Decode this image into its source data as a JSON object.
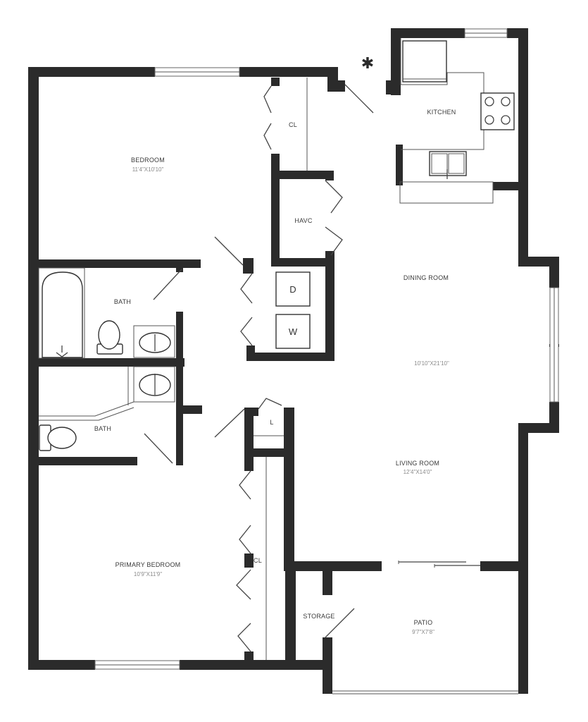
{
  "rooms": {
    "bedroom": {
      "name": "BEDROOM",
      "dims": "11'4\"X10'10\""
    },
    "closet_top": {
      "name": "CL"
    },
    "hvac": {
      "name": "HAVC"
    },
    "kitchen": {
      "name": "KITCHEN"
    },
    "dining": {
      "name": "DINING ROOM"
    },
    "dining_living_dims": {
      "dims": "10'10\"X21'10\""
    },
    "bath_top": {
      "name": "BATH"
    },
    "bath_bottom": {
      "name": "BATH"
    },
    "dryer": {
      "name": "D"
    },
    "washer": {
      "name": "W"
    },
    "linen": {
      "name": "L"
    },
    "living": {
      "name": "LIVING ROOM",
      "dims": "12'4\"X14'0\""
    },
    "primary": {
      "name": "PRIMARY BEDROOM",
      "dims": "10'9\"X11'9\""
    },
    "closet_primary": {
      "name": "CL"
    },
    "storage": {
      "name": "STORAGE"
    },
    "patio": {
      "name": "PATIO",
      "dims": "9'7\"X7'8\""
    }
  },
  "entry_marker": "✱",
  "colors": {
    "wall": "#2b2b2b",
    "line": "#555555",
    "text": "#3a3a3a",
    "dim_text": "#8a8a8a"
  }
}
